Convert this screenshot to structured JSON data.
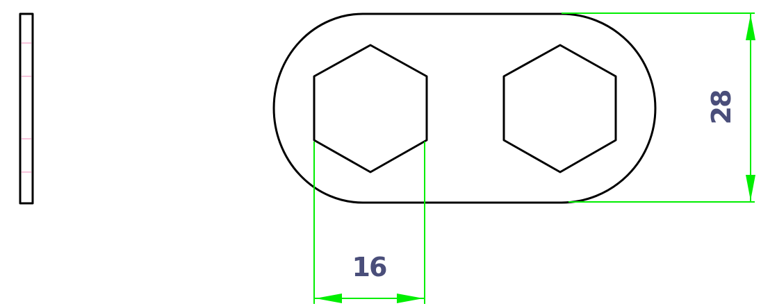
{
  "drawing": {
    "views": {
      "side_view": {
        "shape": "thin-rectangle"
      },
      "front_view": {
        "shape": "obround-plate-with-two-hexagonal-holes",
        "hole_count": 2
      }
    },
    "dimensions": {
      "height": {
        "value": "28",
        "orientation": "vertical"
      },
      "hex_width": {
        "value": "16",
        "orientation": "horizontal"
      }
    },
    "colors": {
      "outline": "#000000",
      "dimension_lines": "#00ee00",
      "dimension_text": "#4a4e7a",
      "center_marks": "#f08ab8",
      "background": "#ffffff"
    }
  }
}
